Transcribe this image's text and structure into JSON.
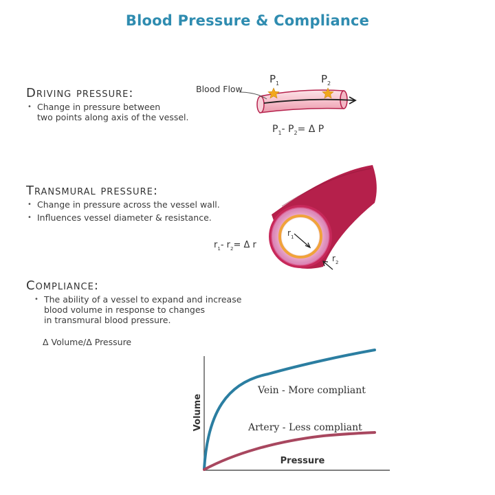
{
  "title": "Blood Pressure & Compliance",
  "driving": {
    "heading": "Driving pressure:",
    "bullets": [
      [
        "Change in pressure between",
        "two points along axis of the vessel."
      ]
    ],
    "blood_flow_label": "Blood Flow",
    "p1": "P",
    "p1_sub": "1",
    "p2": "P",
    "p2_sub": "2",
    "eq_p1": "P",
    "eq_p1_sub": "1",
    "eq_minus": "- P",
    "eq_p2_sub": "2",
    "eq_rest": "= Δ P"
  },
  "transmural": {
    "heading": "Transmural pressure:",
    "bullets": [
      [
        "Change in pressure across the vessel wall."
      ],
      [
        "Influences vessel diameter & resistance."
      ]
    ],
    "r1": "r",
    "r1_sub": "1",
    "r2": "r",
    "r2_sub": "2",
    "eq_r1": "r",
    "eq_r1_sub": "1",
    "eq_minus": "- r",
    "eq_r2_sub": "2",
    "eq_rest": "= Δ r"
  },
  "compliance": {
    "heading": "Compliance:",
    "bullets": [
      [
        "The ability of a vessel to expand and increase",
        "blood volume in response to changes",
        "in transmural blood pressure."
      ]
    ],
    "formula": "Δ Volume/Δ Pressure"
  },
  "graph": {
    "ylabel": "Volume",
    "xlabel": "Pressure",
    "vein_label": "Vein - More compliant",
    "artery_label": "Artery - Less compliant",
    "vein_color": "#2b7ea1",
    "artery_color": "#a8475f"
  },
  "colors": {
    "title": "#2f8cb0",
    "vessel_outer": "#b5204b",
    "vessel_pink": "#f4c4cf",
    "star": "#f2a81d"
  }
}
